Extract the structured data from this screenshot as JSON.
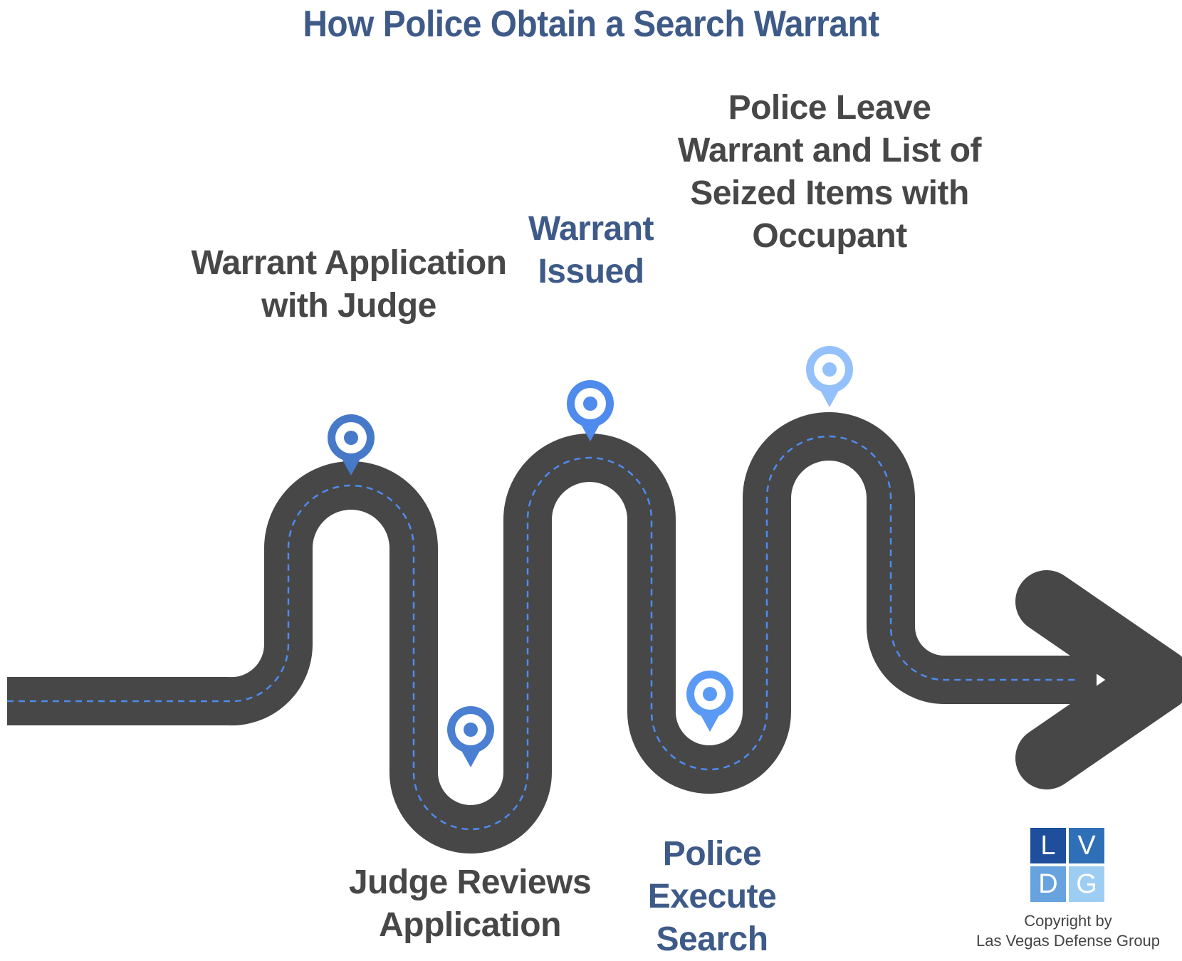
{
  "title": "How Police Obtain a Search Warrant",
  "steps": [
    {
      "lines": [
        "Warrant Application",
        "with Judge"
      ],
      "pin_color": "#4779c9"
    },
    {
      "lines": [
        "Judge Reviews",
        "Application"
      ],
      "pin_color": "#4a7fd1"
    },
    {
      "lines": [
        "Warrant",
        "Issued"
      ],
      "pin_color": "#4f8bed"
    },
    {
      "lines": [
        "Police",
        "Execute",
        "Search"
      ],
      "pin_color": "#5a9af5"
    },
    {
      "lines": [
        "Police Leave",
        "Warrant and List of",
        "Seized Items with",
        "Occupant"
      ],
      "pin_color": "#94c0fb"
    }
  ],
  "colors": {
    "road": "#474747",
    "dash": "#4f8bed",
    "title": "#3e5a88"
  },
  "logo": {
    "letters": [
      "L",
      "V",
      "D",
      "G"
    ],
    "colors": [
      "#1e4e9c",
      "#2f6fb8",
      "#67a3de",
      "#9dcdf2"
    ]
  },
  "copyright": [
    "Copyright by",
    "Las Vegas Defense Group"
  ]
}
